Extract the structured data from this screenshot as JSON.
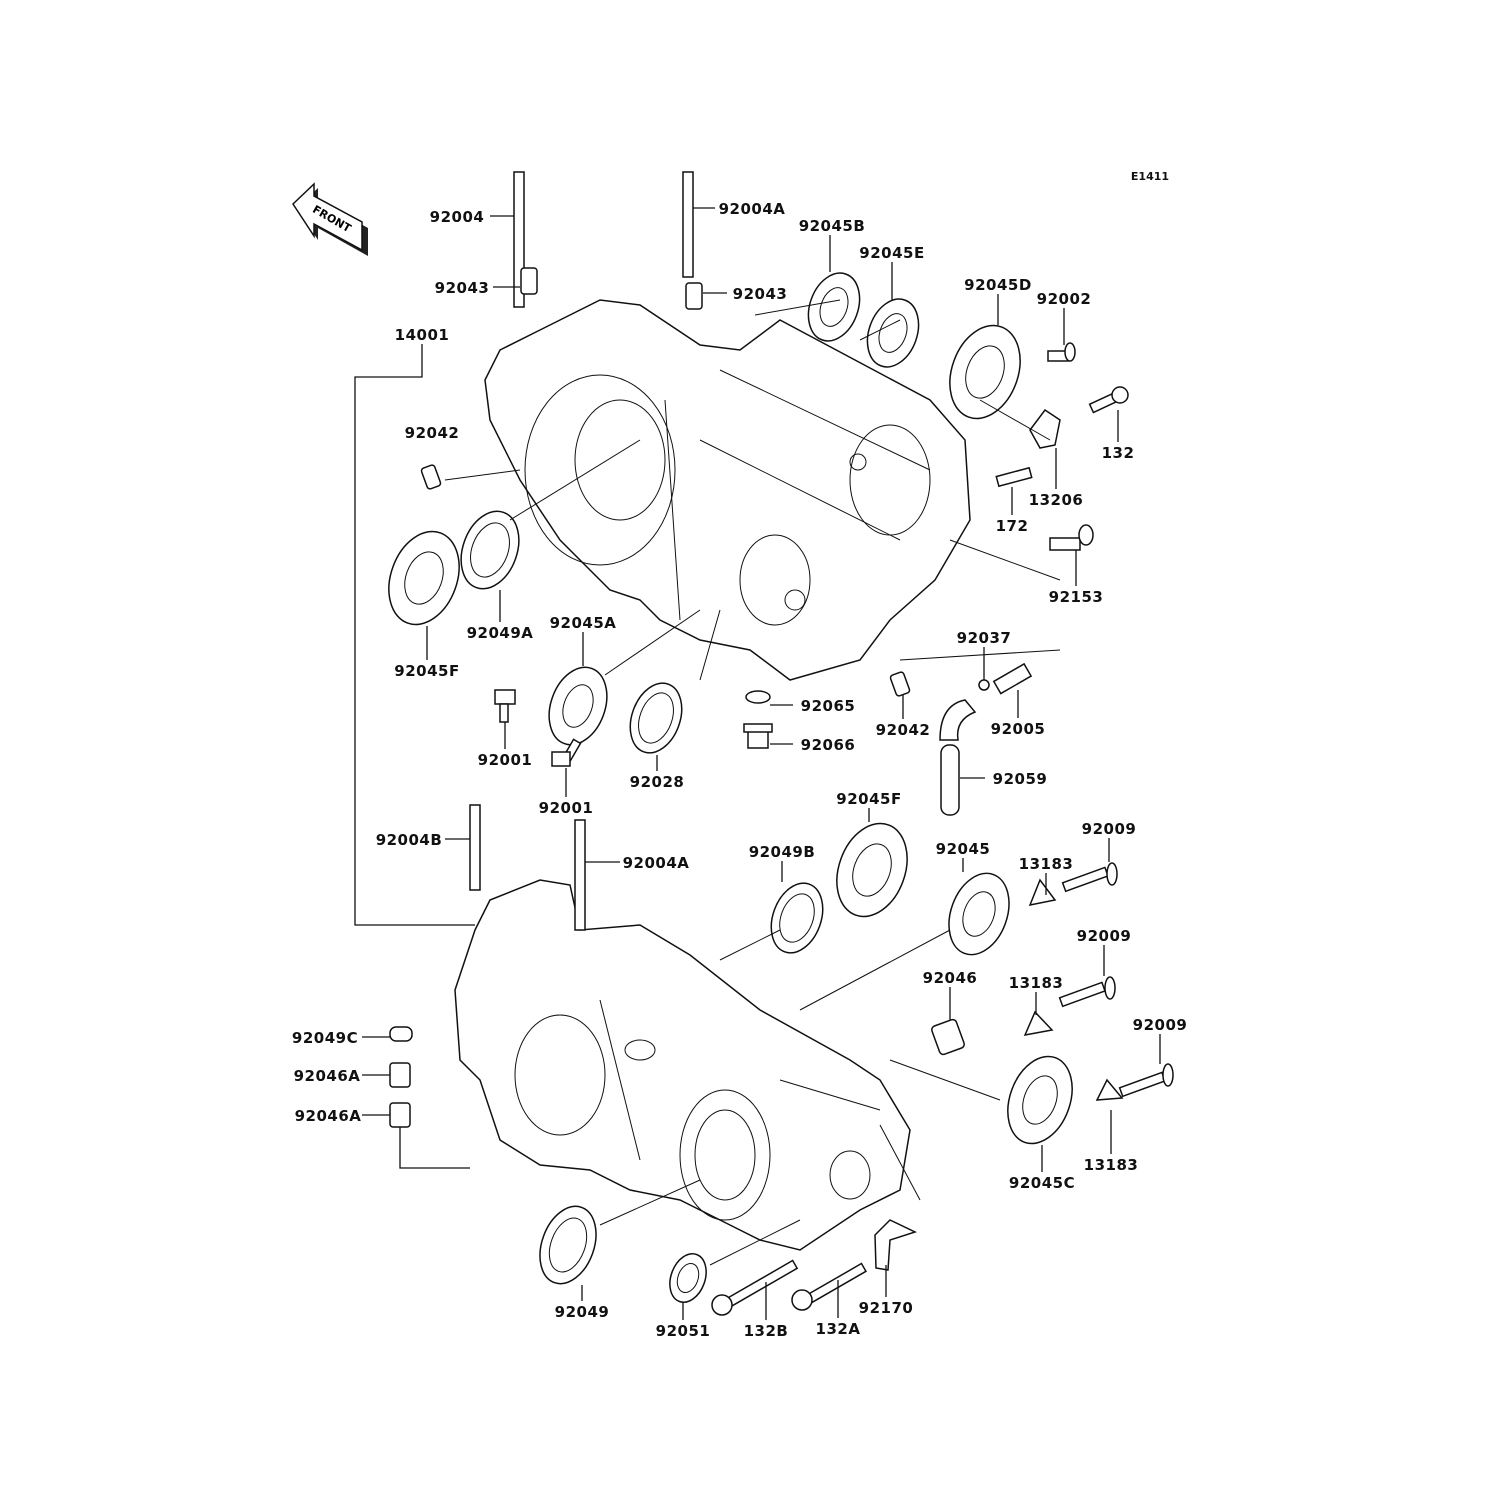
{
  "diagram": {
    "code": "E1411",
    "front_indicator": "FRONT",
    "callouts": [
      "92004",
      "92004A",
      "92045B",
      "92045E",
      "92043",
      "92043",
      "92045D",
      "92002",
      "14001",
      "92042",
      "132",
      "13206",
      "172",
      "92153",
      "92049A",
      "92045A",
      "92045F",
      "92037",
      "92065",
      "92042",
      "92005",
      "92066",
      "92001",
      "92028",
      "92059",
      "92001",
      "92045F",
      "92009",
      "92004B",
      "92049B",
      "92004A",
      "92045",
      "13183",
      "92009",
      "92046",
      "13183",
      "92009",
      "92049C",
      "92046A",
      "92046A",
      "13183",
      "92045C",
      "92170",
      "92049",
      "92051",
      "132B",
      "132A"
    ]
  }
}
